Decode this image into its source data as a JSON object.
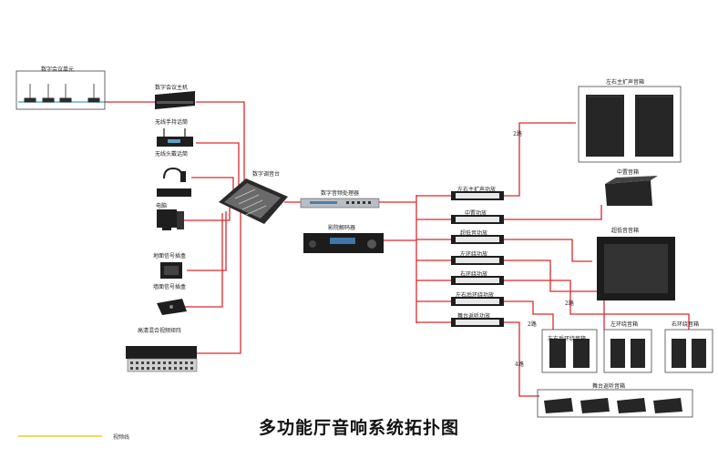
{
  "title": "多功能厅音响系统拓扑图",
  "legend": {
    "line_label": "视频线",
    "line_color": "#e8c100"
  },
  "colors": {
    "signal_line": "#d9292e",
    "video_line": "#3aa0d8",
    "device": "#2b2b2b"
  },
  "left_devices": {
    "conference_unit": "数字会议单元",
    "conference_host": "数字会议主机",
    "wireless_handheld": "无线手持话筒",
    "wireless_headset": "无线头戴话筒",
    "computer": "电脑",
    "floor_socket": "地面信号插盒",
    "wall_socket": "墙面信号插盒",
    "video_matrix": "高清混合视频矩阵"
  },
  "center_devices": {
    "mixer": "数字调音台",
    "processor": "数字音频处理器",
    "decoder": "影院解码器"
  },
  "amplifiers": [
    "左右主扩声功放",
    "中置功放",
    "超低音功放",
    "左环绕功放",
    "右环绕功放",
    "左右后环绕功放",
    "舞台返听功放"
  ],
  "speakers": {
    "main": "左右主扩声音箱",
    "center": "中置音箱",
    "sub": "超低音音箱",
    "rear": "左右后环绕音箱",
    "left_surround": "左环绕音箱",
    "right_surround": "右环绕音箱",
    "stage": "舞台返听音箱"
  },
  "channel_labels": [
    "2路",
    "2路",
    "2路",
    "4路"
  ]
}
